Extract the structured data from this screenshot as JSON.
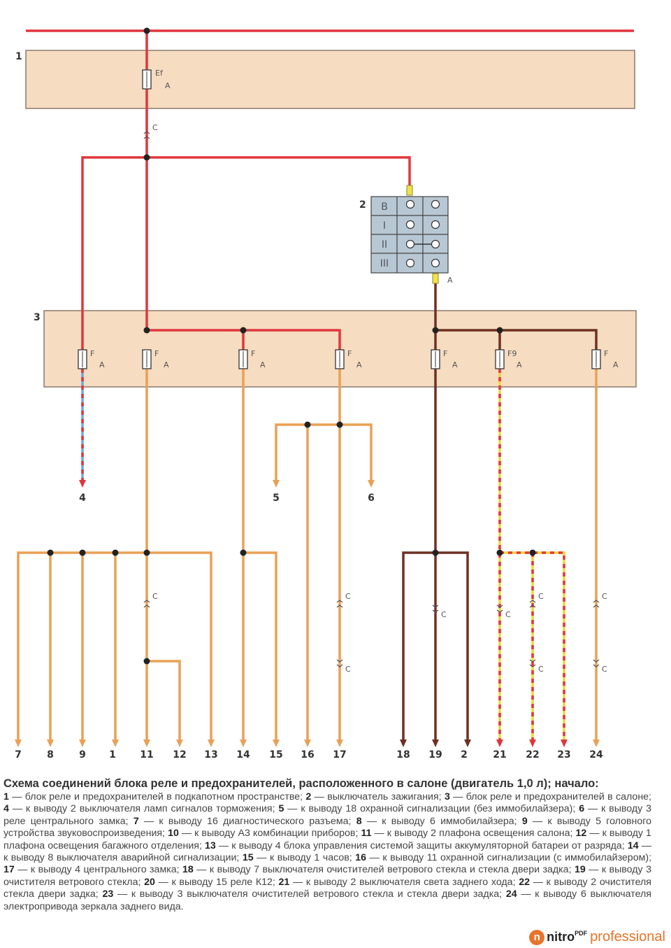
{
  "diagram": {
    "blocks": {
      "b1": "1",
      "b2": "2",
      "b3": "3"
    },
    "fuses": {
      "ef": "Ef",
      "f": "F",
      "f9": "F9",
      "amp": "A"
    },
    "connector": {
      "c": "C",
      "a": "A"
    },
    "switch_rows": [
      "B",
      "I",
      "II",
      "III"
    ],
    "pins": {
      "p4": "4",
      "p5": "5",
      "p6": "6",
      "p7": "7",
      "p8": "8",
      "p9": "9",
      "p1": "1",
      "p11": "11",
      "p12": "12",
      "p13": "13",
      "p14": "14",
      "p15": "15",
      "p16": "16",
      "p17": "17",
      "p18": "18",
      "p19": "19",
      "p2": "2",
      "p21": "21",
      "p22": "22",
      "p23": "23",
      "p24": "24"
    },
    "colors": {
      "red": "#e0363c",
      "orange": "#eaa055",
      "brown": "#6e3024",
      "yellow": "#f2d43a",
      "blue": "#6aa8e0",
      "block": "#f6dcc0",
      "switch": "#b8c7d4"
    }
  },
  "caption": {
    "title": "Схема соединений блока реле и предохранителей, расположенного в салоне (двигатель 1,0 л); начало:",
    "items": [
      {
        "n": "1",
        "t": "блок реле и предохранителей в подкапотном пространстве;"
      },
      {
        "n": "2",
        "t": "выключатель зажигания;"
      },
      {
        "n": "3",
        "t": "блок реле и предохранителей в салоне;"
      },
      {
        "n": "4",
        "t": "к выводу 2 выключателя ламп сигналов торможения;"
      },
      {
        "n": "5",
        "t": "к выводу 18 охранной сигнализации (без иммобилайзера);"
      },
      {
        "n": "6",
        "t": "к выводу 3 реле центрального замка;"
      },
      {
        "n": "7",
        "t": "к выводу 16 диагностического разъема;"
      },
      {
        "n": "8",
        "t": "к выводу 6 иммобилайзера;"
      },
      {
        "n": "9",
        "t": "к выводу 5 головного устройства звуковоспроизведения;"
      },
      {
        "n": "10",
        "t": "к выводу А3 комбинации приборов;"
      },
      {
        "n": "11",
        "t": "к выводу 2 плафона освещения салона;"
      },
      {
        "n": "12",
        "t": "к выводу 1 плафона освещения багажного отделения;"
      },
      {
        "n": "13",
        "t": "к выводу 4 блока управления системой защиты аккумуляторной батареи от разряда;"
      },
      {
        "n": "14",
        "t": "к выводу 8 выключателя аварийной сигнализации;"
      },
      {
        "n": "15",
        "t": "к выводу 1 часов;"
      },
      {
        "n": "16",
        "t": "к выводу 11 охранной сигнализации (с иммобилайзером);"
      },
      {
        "n": "17",
        "t": "к выводу 4 центрального замка;"
      },
      {
        "n": "18",
        "t": "к выводу 7 выключателя очистителей ветрового стекла и стекла двери задка;"
      },
      {
        "n": "19",
        "t": "к выводу 3 очистителя ветрового стекла;"
      },
      {
        "n": "20",
        "t": "к выводу 15 реле К12;"
      },
      {
        "n": "21",
        "t": "к выводу 2 выключателя света заднего хода;"
      },
      {
        "n": "22",
        "t": "к выводу 2 очистителя стекла двери задка;"
      },
      {
        "n": "23",
        "t": "к выводу 3 выключателя очистителей ветрового стекла и стекла двери задка;"
      },
      {
        "n": "24",
        "t": "к выводу 6 выключателя электропривода зеркала заднего вида."
      }
    ]
  },
  "watermark": {
    "n": "n",
    "nitro": "nitro",
    "pdf": "PDF",
    "professional": "professional"
  }
}
